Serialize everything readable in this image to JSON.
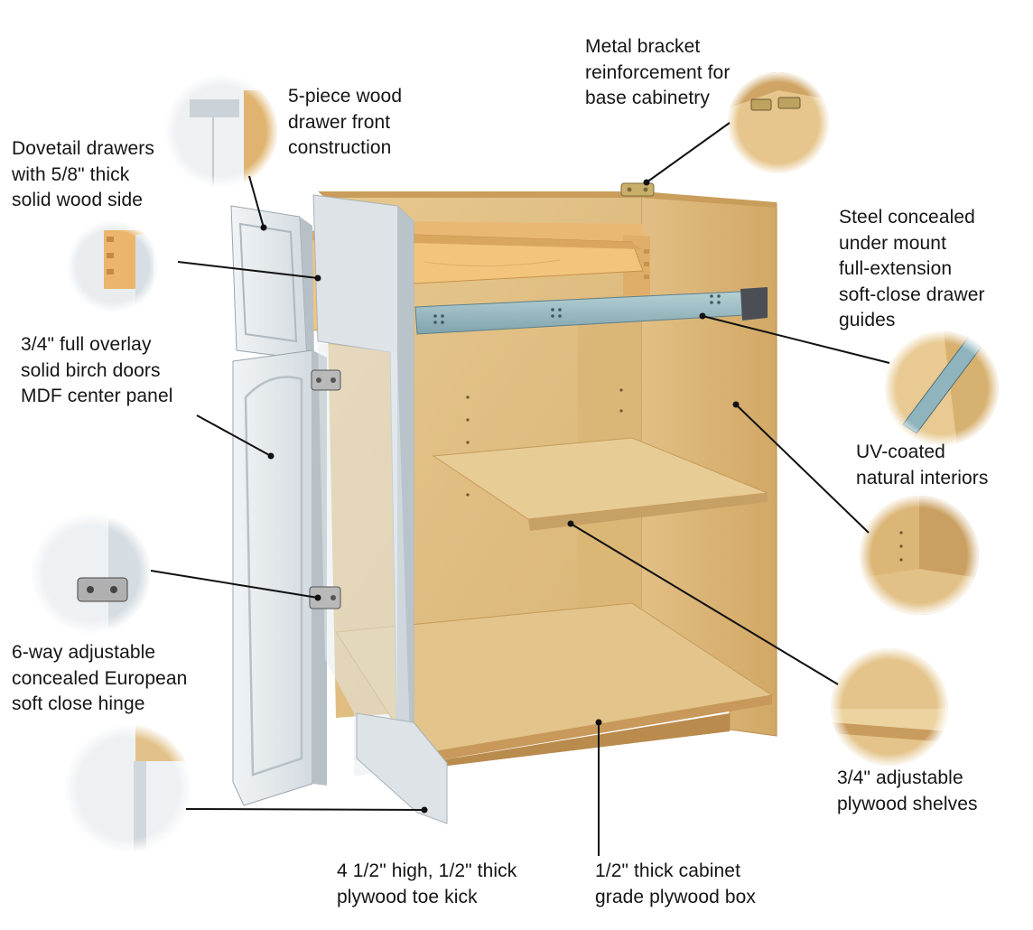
{
  "colors": {
    "plywood_light": "#ebcc95",
    "plywood_mid": "#dcb574",
    "plywood_dark": "#c79b57",
    "door_white": "#e9eef2",
    "door_shadow": "#bfc8cf",
    "drawer_wood": "#f2c47c",
    "slide_steel": "#8fb4bd",
    "leader_line": "#111111",
    "text": "#151515"
  },
  "callouts": [
    {
      "id": "bracket",
      "lines": [
        "Metal bracket",
        "reinforcement for",
        "base cabinetry"
      ]
    },
    {
      "id": "drawer-front",
      "lines": [
        "5-piece wood",
        "drawer front",
        "construction"
      ]
    },
    {
      "id": "dovetail",
      "lines": [
        "Dovetail drawers",
        "with 5/8\" thick",
        "solid wood side"
      ]
    },
    {
      "id": "guides",
      "lines": [
        "Steel concealed",
        "under mount",
        "full-extension",
        "soft-close drawer",
        "guides"
      ]
    },
    {
      "id": "doors",
      "lines": [
        "3/4\" full overlay",
        "solid birch doors",
        "MDF center panel"
      ]
    },
    {
      "id": "interiors",
      "lines": [
        "UV-coated",
        "natural interiors"
      ]
    },
    {
      "id": "hinge",
      "lines": [
        "6-way adjustable",
        "concealed European",
        "soft close hinge"
      ]
    },
    {
      "id": "shelves",
      "lines": [
        "3/4\" adjustable",
        "plywood shelves"
      ]
    },
    {
      "id": "toe-kick",
      "lines": [
        "4 1/2\" high, 1/2\" thick",
        "plywood toe kick"
      ]
    },
    {
      "id": "box",
      "lines": [
        "1/2\" thick cabinet",
        "grade plywood box"
      ]
    }
  ],
  "detail_icons": [
    "bracket-detail-icon",
    "drawer-front-detail-icon",
    "dovetail-detail-icon",
    "drawer-guide-detail-icon",
    "interior-detail-icon",
    "hinge-detail-icon",
    "shelf-detail-icon",
    "toe-kick-detail-icon"
  ]
}
